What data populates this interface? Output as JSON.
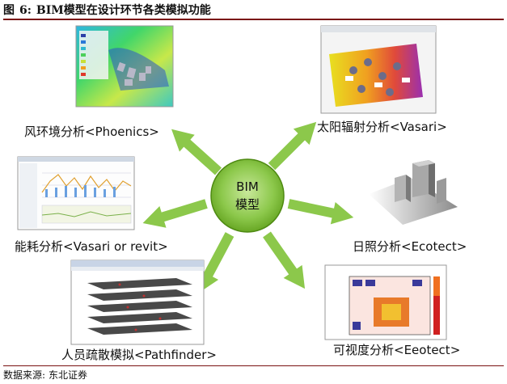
{
  "figure": {
    "label": "图",
    "number": "6:",
    "title": "BIM模型在设计环节各类模拟功能"
  },
  "center": {
    "line1": "BIM",
    "line2": "模型"
  },
  "functions": [
    {
      "id": "wind",
      "label": "风环境分析<Phoenics>"
    },
    {
      "id": "solar",
      "label": "太阳辐射分析<Vasari>"
    },
    {
      "id": "energy",
      "label": "能耗分析<Vasari or revit>"
    },
    {
      "id": "sunlight",
      "label": "日照分析<Ecotect>"
    },
    {
      "id": "evacuation",
      "label": "人员疏散模拟<Pathfinder>"
    },
    {
      "id": "visibility",
      "label": "可视度分析<Eeotect>"
    }
  ],
  "source": {
    "label": "数据来源:",
    "value": "东北证券"
  },
  "colors": {
    "arrow": "#8cc84b",
    "hub_dark": "#5e9e1a",
    "hub_light": "#bfe38a",
    "rule": "#7a1212"
  }
}
